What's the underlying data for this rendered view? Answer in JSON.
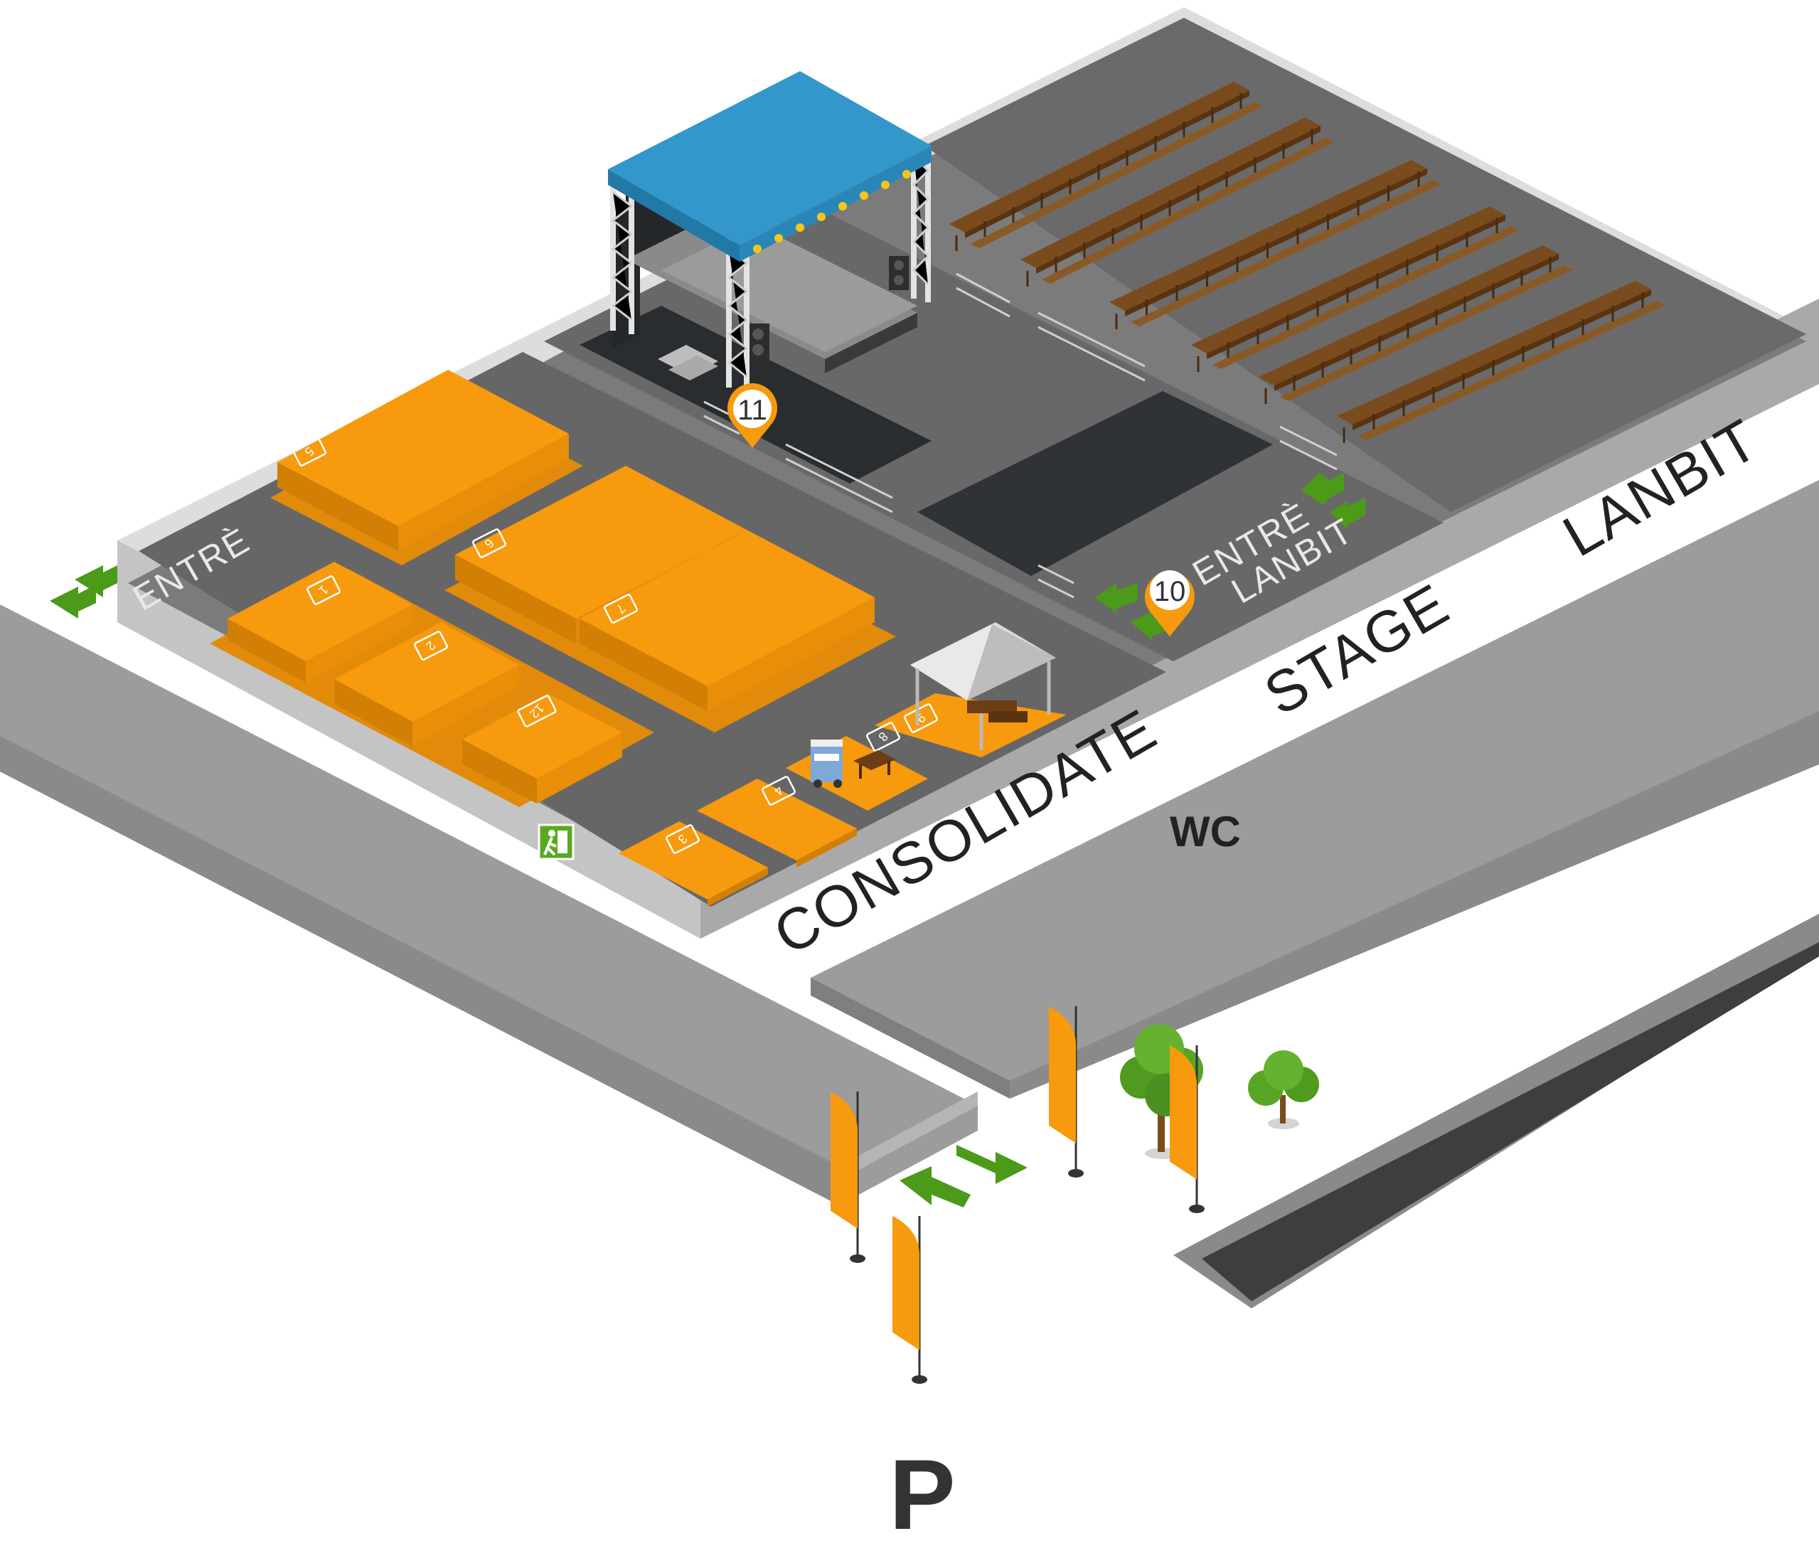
{
  "labels": {
    "road_consolidate": "CONSOLIDATE",
    "road_stage": "STAGE",
    "road_lanbit": "LANBIT",
    "entrance_main": "ENTRÈ",
    "entrance_lanbit_line1": "ENTRÈ",
    "entrance_lanbit_line2": "LANBIT",
    "wc": "WC",
    "parking": "P"
  },
  "booths": {
    "b1": "1",
    "b2": "2",
    "b3": "3",
    "b4": "4",
    "b5": "5",
    "b6": "6",
    "b7": "7",
    "b8": "8",
    "b9": "9",
    "b12": "12"
  },
  "pins": {
    "p10": "10",
    "p11": "11"
  },
  "icons": {
    "stage": "stage-icon",
    "tent": "tent-icon",
    "food_cart": "food-cart-icon",
    "emergency_exit": "emergency-exit-icon",
    "entrance_arrows": "entrance-arrows-icon",
    "feather_flag": "feather-flag-icon",
    "tree": "tree-icon",
    "map_pin": "map-pin-icon"
  },
  "colors": {
    "booth": "#f79a0e",
    "booth_dark": "#d17f05",
    "stage_roof": "#3397cc",
    "arrow": "#4b9a1a",
    "ground": "#666666",
    "road": "#9c9c9c",
    "bench": "#7a4b1d"
  }
}
